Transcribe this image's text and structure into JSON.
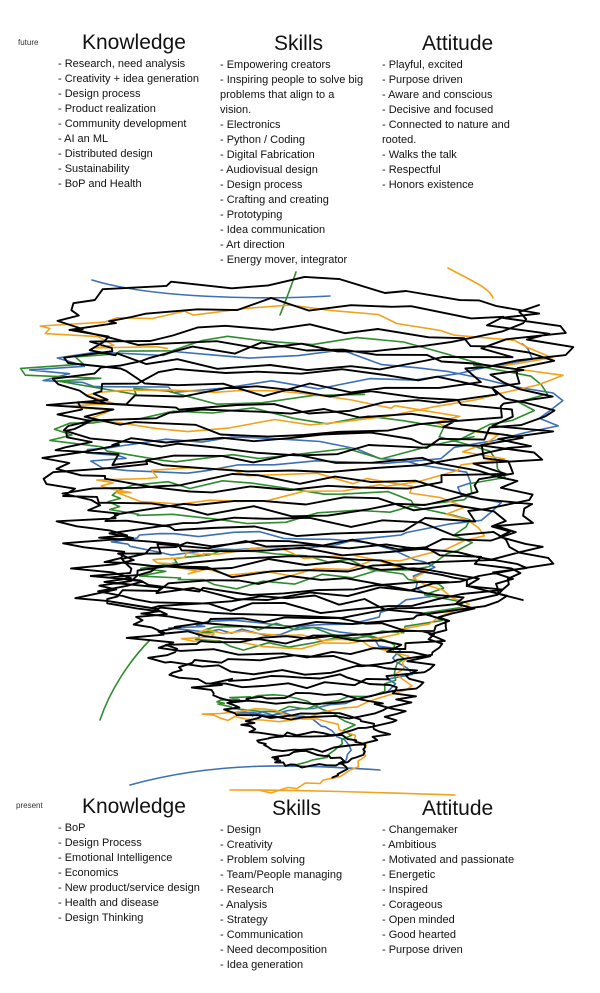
{
  "future": {
    "label": "future",
    "knowledge": {
      "title": "Knowledge",
      "items": [
        "- Research, need analysis",
        "- Creativity + idea generation",
        "- Design process",
        "- Product realization",
        "- Community development",
        "- AI an ML",
        "- Distributed design",
        "- Sustainability",
        "- BoP and Health"
      ]
    },
    "skills": {
      "title": "Skills",
      "items": [
        "- Empowering creators",
        "- Inspiring people to solve big problems that align to a vision.",
        "- Electronics",
        "- Python / Coding",
        "- Digital Fabrication",
        "- Audiovisual design",
        "- Design process",
        "- Crafting and creating",
        "- Prototyping",
        "- Idea communication",
        "- Art direction",
        "- Energy mover, integrator"
      ]
    },
    "attitude": {
      "title": "Attitude",
      "items": [
        "- Playful, excited",
        "- Purpose driven",
        "- Aware and conscious",
        "- Decisive and focused",
        "- Connected to nature and rooted.",
        "- Walks the talk",
        "- Respectful",
        "- Honors existence"
      ]
    }
  },
  "present": {
    "label": "present",
    "knowledge": {
      "title": "Knowledge",
      "items": [
        "- BoP",
        "- Design Process",
        "- Emotional Intelligence",
        "- Economics",
        "- New product/service design",
        "- Health and disease",
        "- Design Thinking"
      ]
    },
    "skills": {
      "title": "Skills",
      "items": [
        "- Design",
        "- Creativity",
        "- Problem solving",
        "- Team/People managing",
        "- Research",
        "- Analysis",
        "- Strategy",
        "- Communication",
        "- Need decomposition",
        "- Idea generation"
      ]
    },
    "attitude": {
      "title": "Attitude",
      "items": [
        "- Changemaker",
        "- Ambitious",
        "- Motivated and passionate",
        "- Energetic",
        "- Inspired",
        "- Corageous",
        "- Open minded",
        "- Good hearted",
        "- Purpose driven"
      ]
    }
  },
  "colors": {
    "black": "#000000",
    "blue": "#3b6fb6",
    "orange": "#f3a21c",
    "green": "#2e8b2e"
  }
}
